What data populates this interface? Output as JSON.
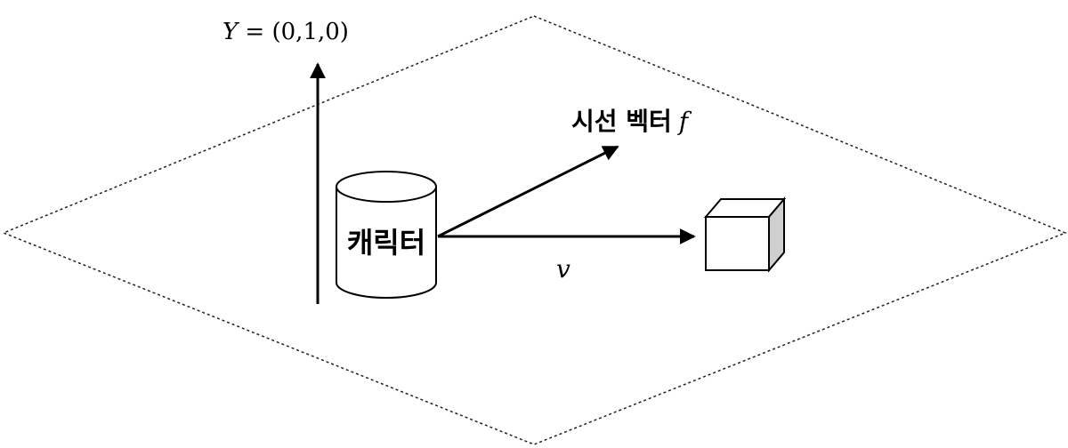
{
  "diagram": {
    "y_axis": {
      "symbol": "Y",
      "equals": " = ",
      "value": "(0,1,0)"
    },
    "gaze_vector": {
      "label": "시선 벡터",
      "symbol": "f"
    },
    "target_vector": {
      "symbol": "v"
    },
    "character": {
      "label": "캐릭터"
    }
  }
}
